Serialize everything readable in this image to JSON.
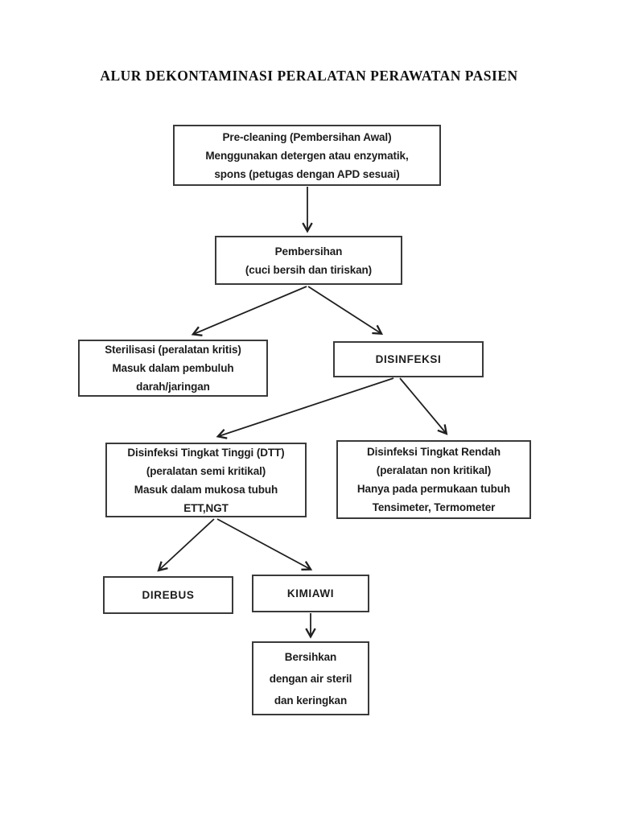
{
  "page": {
    "title": "ALUR DEKONTAMINASI PERALATAN PERAWATAN PASIEN",
    "background_color": "#ffffff"
  },
  "flowchart": {
    "colors": {
      "box_border": "#3a3a3a",
      "arrow": "#1f1f1f",
      "text": "#1c1c1c"
    },
    "nodes": {
      "precleaning": {
        "lines": [
          "Pre-cleaning (Pembersihan Awal)",
          "Menggunakan detergen atau enzymatik,",
          "spons (petugas dengan APD sesuai)"
        ]
      },
      "pembersihan": {
        "lines": [
          "Pembersihan",
          "(cuci bersih dan tiriskan)"
        ]
      },
      "sterilisasi": {
        "lines": [
          "Sterilisasi (peralatan kritis)",
          "Masuk dalam pembuluh",
          "darah/jaringan"
        ]
      },
      "disinfeksi": {
        "lines": [
          "DISINFEKSI"
        ]
      },
      "dtt": {
        "lines": [
          "Disinfeksi Tingkat Tinggi (DTT)",
          "(peralatan semi kritikal)",
          "Masuk dalam mukosa tubuh",
          "ETT,NGT"
        ]
      },
      "tingkat_rendah": {
        "lines": [
          "Disinfeksi Tingkat Rendah",
          "(peralatan non kritikal)",
          "Hanya pada permukaan tubuh",
          "Tensimeter, Termometer"
        ]
      },
      "direbus": {
        "lines": [
          "DIREBUS"
        ]
      },
      "kimiawi": {
        "lines": [
          "KIMIAWI"
        ]
      },
      "bersihkan": {
        "lines": [
          "Bersihkan",
          "dengan air steril",
          "dan keringkan"
        ]
      }
    },
    "edges": [
      {
        "from": "precleaning",
        "to": "pembersihan"
      },
      {
        "from": "pembersihan",
        "to": "sterilisasi"
      },
      {
        "from": "pembersihan",
        "to": "disinfeksi"
      },
      {
        "from": "disinfeksi",
        "to": "dtt"
      },
      {
        "from": "disinfeksi",
        "to": "tingkat_rendah"
      },
      {
        "from": "dtt",
        "to": "direbus"
      },
      {
        "from": "dtt",
        "to": "kimiawi"
      },
      {
        "from": "kimiawi",
        "to": "bersihkan"
      }
    ]
  }
}
